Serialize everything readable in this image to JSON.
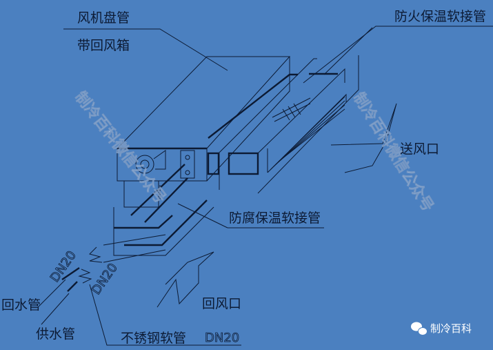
{
  "labels": {
    "fan_coil": "风机盘管",
    "return_box": "带回风箱",
    "fireproof_connector": "防火保温软接管",
    "supply_outlet": "送风口",
    "anticorrosion_connector": "防腐保温软接管",
    "return_inlet": "回风口",
    "return_pipe": "回水管",
    "supply_pipe": "供水管",
    "stainless_hose": "不锈钢软管",
    "dn_upper": "DN20",
    "dn_lower": "DN20",
    "dn_hose": "DN20"
  },
  "watermark": {
    "text_left": "制冷百科微信公众号",
    "text_right": "制冷百科微信公众号"
  },
  "logo": {
    "icon": "wechat-icon",
    "text": "制冷百科"
  },
  "colors": {
    "background": "#4b80c0",
    "lines": "#0c1a33"
  }
}
